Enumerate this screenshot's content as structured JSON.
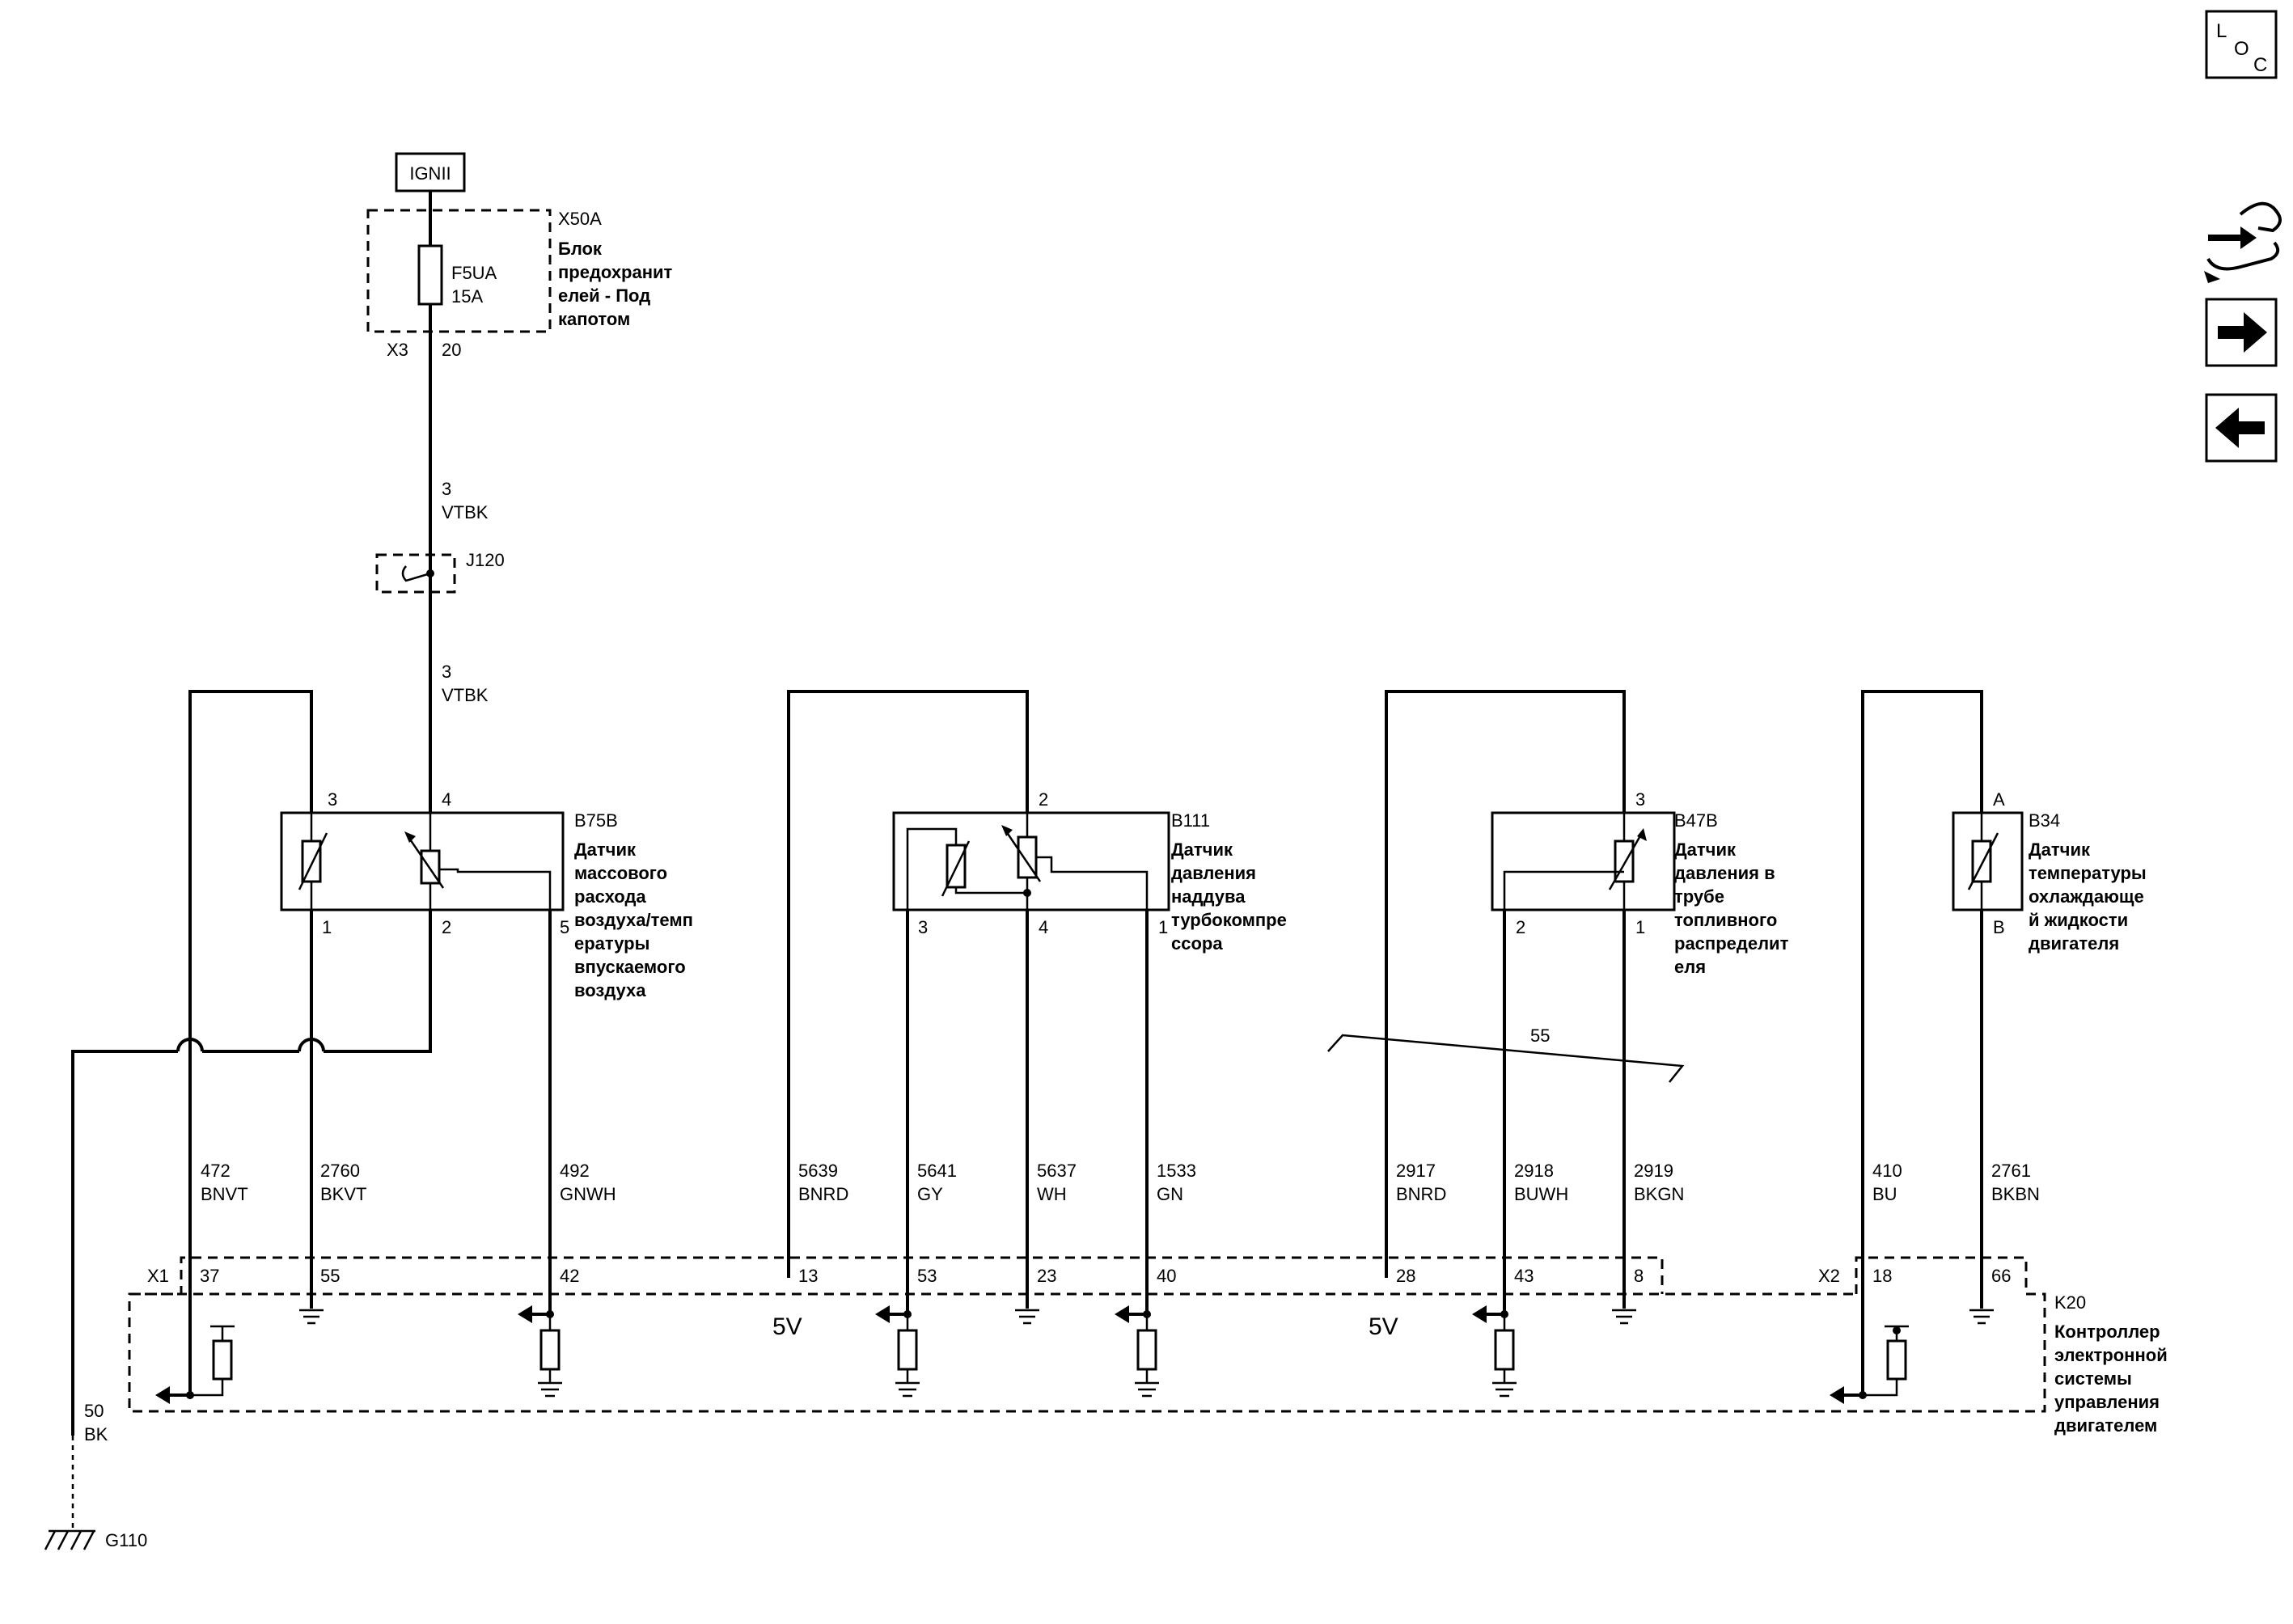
{
  "power": {
    "source_label": "IGNII",
    "fuse_block_id": "X50A",
    "fuse_block_desc": [
      "Блок",
      "предохранит",
      "елей - Под",
      "капотом"
    ],
    "fuse_name": "F5UA",
    "fuse_rating": "15A",
    "connector": "X3",
    "pin": "20"
  },
  "feed_wires": [
    {
      "circuit": "3",
      "color": "VTBK"
    },
    {
      "circuit": "3",
      "color": "VTBK"
    }
  ],
  "splice": {
    "id": "J120"
  },
  "sensors": [
    {
      "id": "B75B",
      "desc": [
        "Датчик",
        "массового",
        "расхода",
        "воздуха/темп",
        "ературы",
        "впускаемого",
        "воздуха"
      ],
      "pins_top": [
        "3",
        "4"
      ],
      "pins_bottom": [
        "1",
        "2",
        "5"
      ]
    },
    {
      "id": "B111",
      "desc": [
        "Датчик",
        "давления",
        "наддува",
        "турбокомпре",
        "ссора"
      ],
      "pins_top": [
        "2"
      ],
      "pins_bottom": [
        "3",
        "4",
        "1"
      ]
    },
    {
      "id": "B47B",
      "desc": [
        "Датчик",
        "давления в",
        "трубе",
        "топливного",
        "распределит",
        "еля"
      ],
      "pins_top": [
        "3"
      ],
      "pins_bottom": [
        "2",
        "1"
      ]
    },
    {
      "id": "B34",
      "desc": [
        "Датчик",
        "температуры",
        "охлаждающе",
        "й жидкости",
        "двигателя"
      ],
      "pins_top": [
        "A"
      ],
      "pins_bottom": [
        "B"
      ]
    }
  ],
  "wires": [
    {
      "circuit": "472",
      "color": "BNVT"
    },
    {
      "circuit": "2760",
      "color": "BKVT"
    },
    {
      "circuit": "492",
      "color": "GNWH"
    },
    {
      "circuit": "5639",
      "color": "BNRD"
    },
    {
      "circuit": "5641",
      "color": "GY"
    },
    {
      "circuit": "5637",
      "color": "WH"
    },
    {
      "circuit": "1533",
      "color": "GN"
    },
    {
      "circuit": "2917",
      "color": "BNRD"
    },
    {
      "circuit": "2918",
      "color": "BUWH"
    },
    {
      "circuit": "2919",
      "color": "BKGN"
    },
    {
      "circuit": "410",
      "color": "BU"
    },
    {
      "circuit": "2761",
      "color": "BKBN"
    }
  ],
  "ecm": {
    "id": "K20",
    "desc": [
      "Контроллер",
      "электронной",
      "системы",
      "управления",
      "двигателем"
    ],
    "connector_x1": "X1",
    "connector_x2": "X2",
    "pins": [
      "37",
      "55",
      "42",
      "13",
      "53",
      "23",
      "40",
      "28",
      "43",
      "8",
      "18",
      "66"
    ],
    "voltage_labels": [
      "5V",
      "5V"
    ]
  },
  "shield_drain": {
    "circuit": "55"
  },
  "ground": {
    "circuit": "50",
    "color": "BK",
    "id": "G110"
  },
  "nav": {
    "loc_letters": [
      "L",
      "O",
      "C"
    ]
  }
}
